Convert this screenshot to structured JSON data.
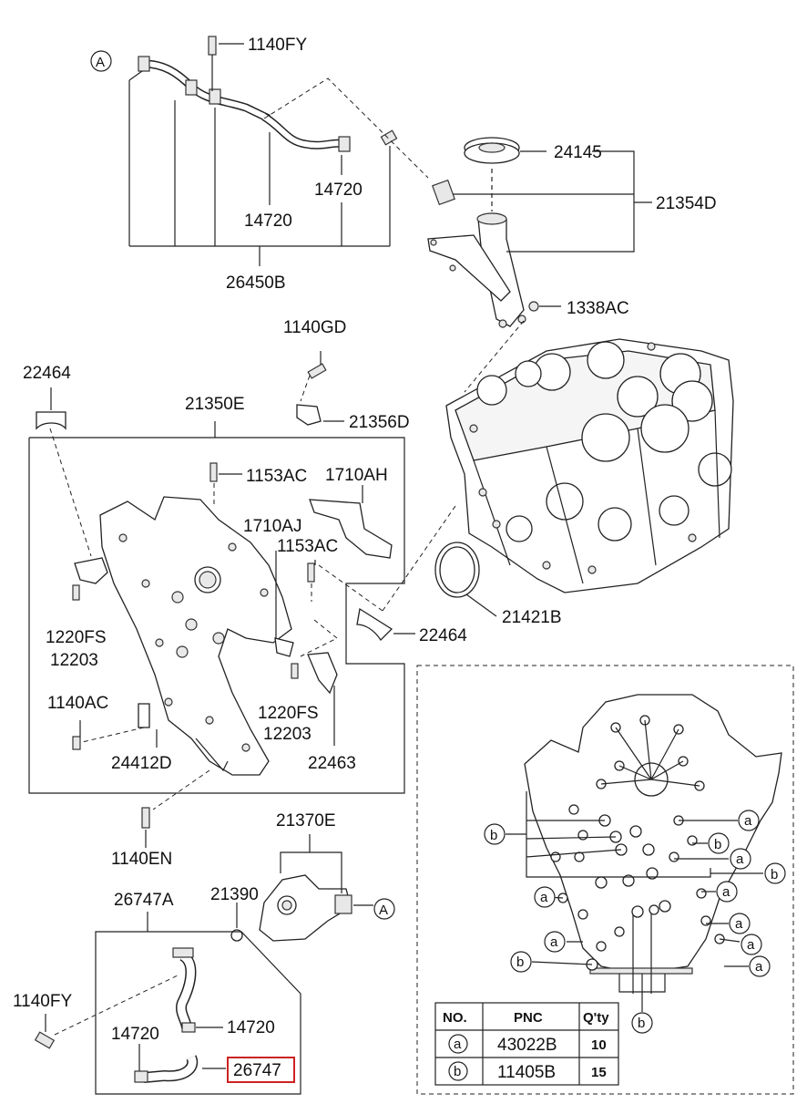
{
  "labels": {
    "p1140FY_top": "1140FY",
    "p14720_a": "14720",
    "p14720_b": "14720",
    "p26450B": "26450B",
    "p24145": "24145",
    "p21354D": "21354D",
    "p1338AC": "1338AC",
    "p1140GD": "1140GD",
    "p22464_top": "22464",
    "p21356D": "21356D",
    "p21350E": "21350E",
    "p1153AC_a": "1153AC",
    "p1710AH": "1710AH",
    "p1710AJ": "1710AJ",
    "p1153AC_b": "1153AC",
    "p1220FS_a": "1220FS",
    "p12203_a": "12203",
    "p22464_mid": "22464",
    "p21421B": "21421B",
    "p1140AC": "1140AC",
    "p1220FS_b": "1220FS",
    "p12203_b": "12203",
    "p24412D": "24412D",
    "p22463": "22463",
    "p1140EN": "1140EN",
    "p21370E": "21370E",
    "p26747A": "26747A",
    "p21390": "21390",
    "p1140FY_bot": "1140FY",
    "p14720_c": "14720",
    "p14720_d": "14720",
    "p26747": "26747"
  },
  "callouts": {
    "A": "A",
    "a": "a",
    "b": "b"
  },
  "table": {
    "headers": [
      "NO.",
      "PNC",
      "Q'ty"
    ],
    "rows": [
      {
        "no": "a",
        "pnc": "43022B",
        "qty": "10"
      },
      {
        "no": "b",
        "pnc": "11405B",
        "qty": "15"
      }
    ]
  },
  "highlight_color": "#cc2222"
}
